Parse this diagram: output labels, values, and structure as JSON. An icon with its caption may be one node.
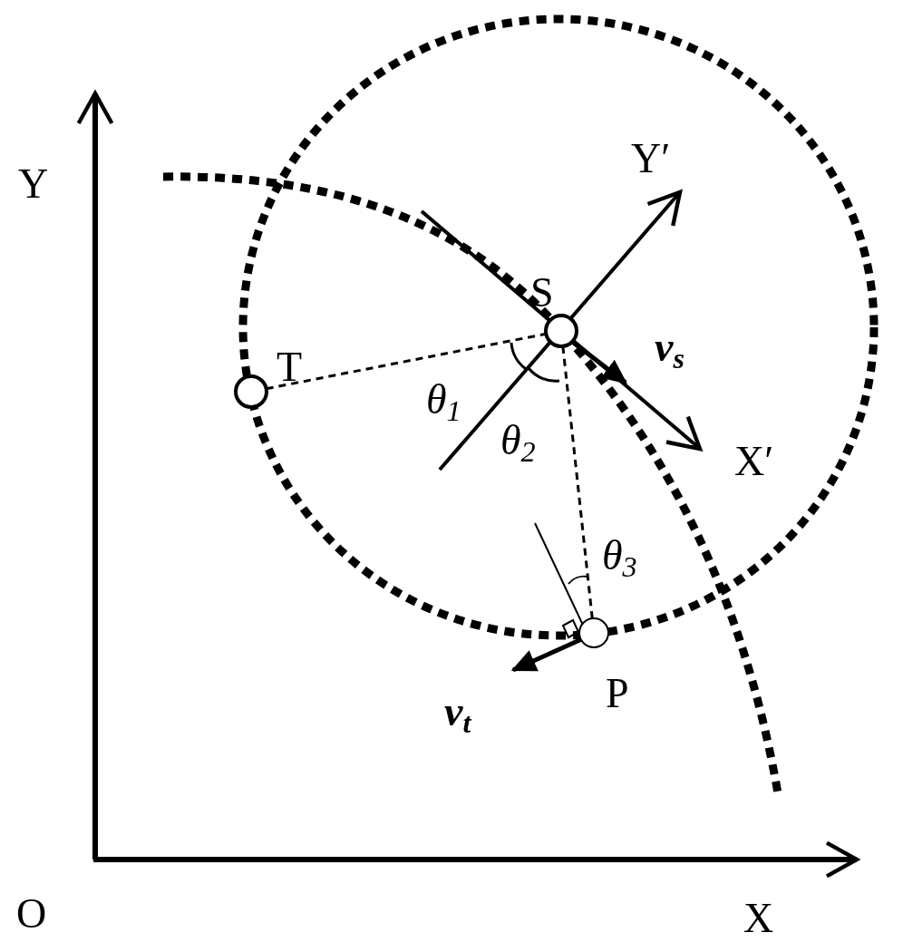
{
  "diagram": {
    "nodes": [
      {
        "text": [],
        "shape": "circle",
        "beside": [
          "T"
        ]
      },
      {
        "text": [],
        "shape": "circle",
        "beside": [
          "S"
        ]
      },
      {
        "text": [],
        "shape": "circle",
        "beside": [
          "P"
        ]
      }
    ],
    "edges": [
      {
        "from": 0,
        "to": 1,
        "arrow": "none",
        "style": "dashed"
      },
      {
        "from": 1,
        "to": 2,
        "arrow": "none",
        "style": "dashed"
      }
    ],
    "labels": [
      "Y",
      "Y′",
      "v$_{s}$",
      "θ$_{1}$",
      "θ$_{2}$",
      "X′",
      "θ$_{3}$",
      "v$_{t}$",
      "O",
      "X"
    ]
  }
}
